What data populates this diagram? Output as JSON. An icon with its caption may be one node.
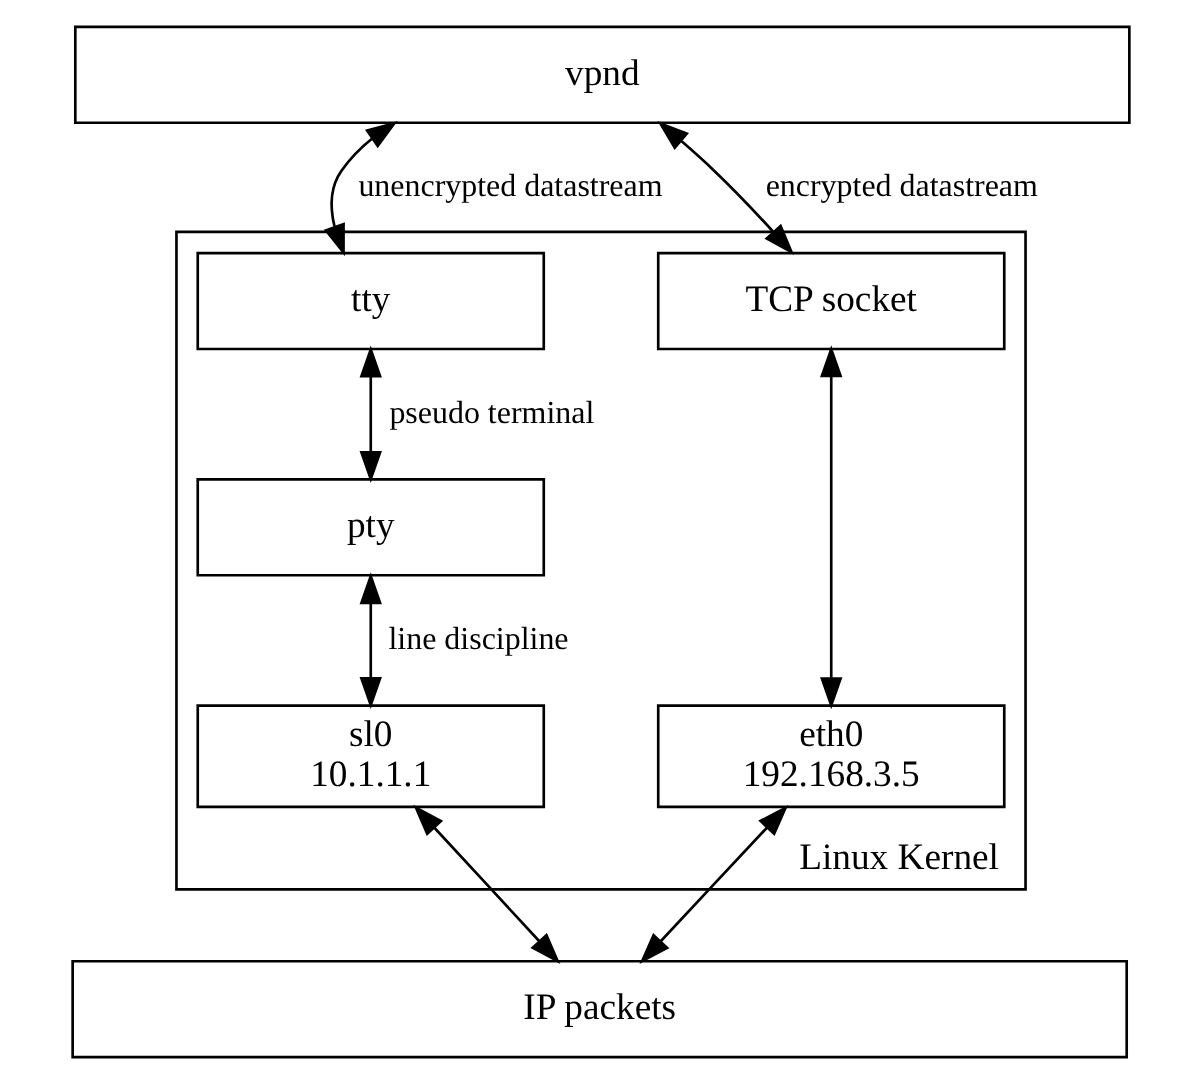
{
  "diagram": {
    "nodes": [
      {
        "text": [
          "vpnd"
        ]
      },
      {
        "text": [
          "Linux Kernel"
        ]
      },
      {
        "text": [
          "tty"
        ],
        "in": 1
      },
      {
        "text": [
          "TCP socket"
        ],
        "in": 1
      },
      {
        "text": [
          "pty"
        ],
        "in": 1
      },
      {
        "text": [
          "sl0",
          "10.1.1.1"
        ],
        "in": 1
      },
      {
        "text": [
          "eth0",
          "192.168.3.5"
        ],
        "in": 1
      },
      {
        "text": [
          "IP packets"
        ]
      }
    ],
    "edges": [
      {
        "from": 0,
        "to": 2,
        "arrow": "both",
        "label": "unencrypted datastream"
      },
      {
        "from": 0,
        "to": 3,
        "arrow": "both",
        "label": "encrypted datastream"
      },
      {
        "from": 2,
        "to": 4,
        "arrow": "both",
        "label": "pseudo terminal"
      },
      {
        "from": 4,
        "to": 5,
        "arrow": "both",
        "label": "line discipline"
      },
      {
        "from": 3,
        "to": 6,
        "arrow": "both"
      },
      {
        "from": 5,
        "to": 7,
        "arrow": "both"
      },
      {
        "from": 6,
        "to": 7,
        "arrow": "both"
      }
    ]
  }
}
